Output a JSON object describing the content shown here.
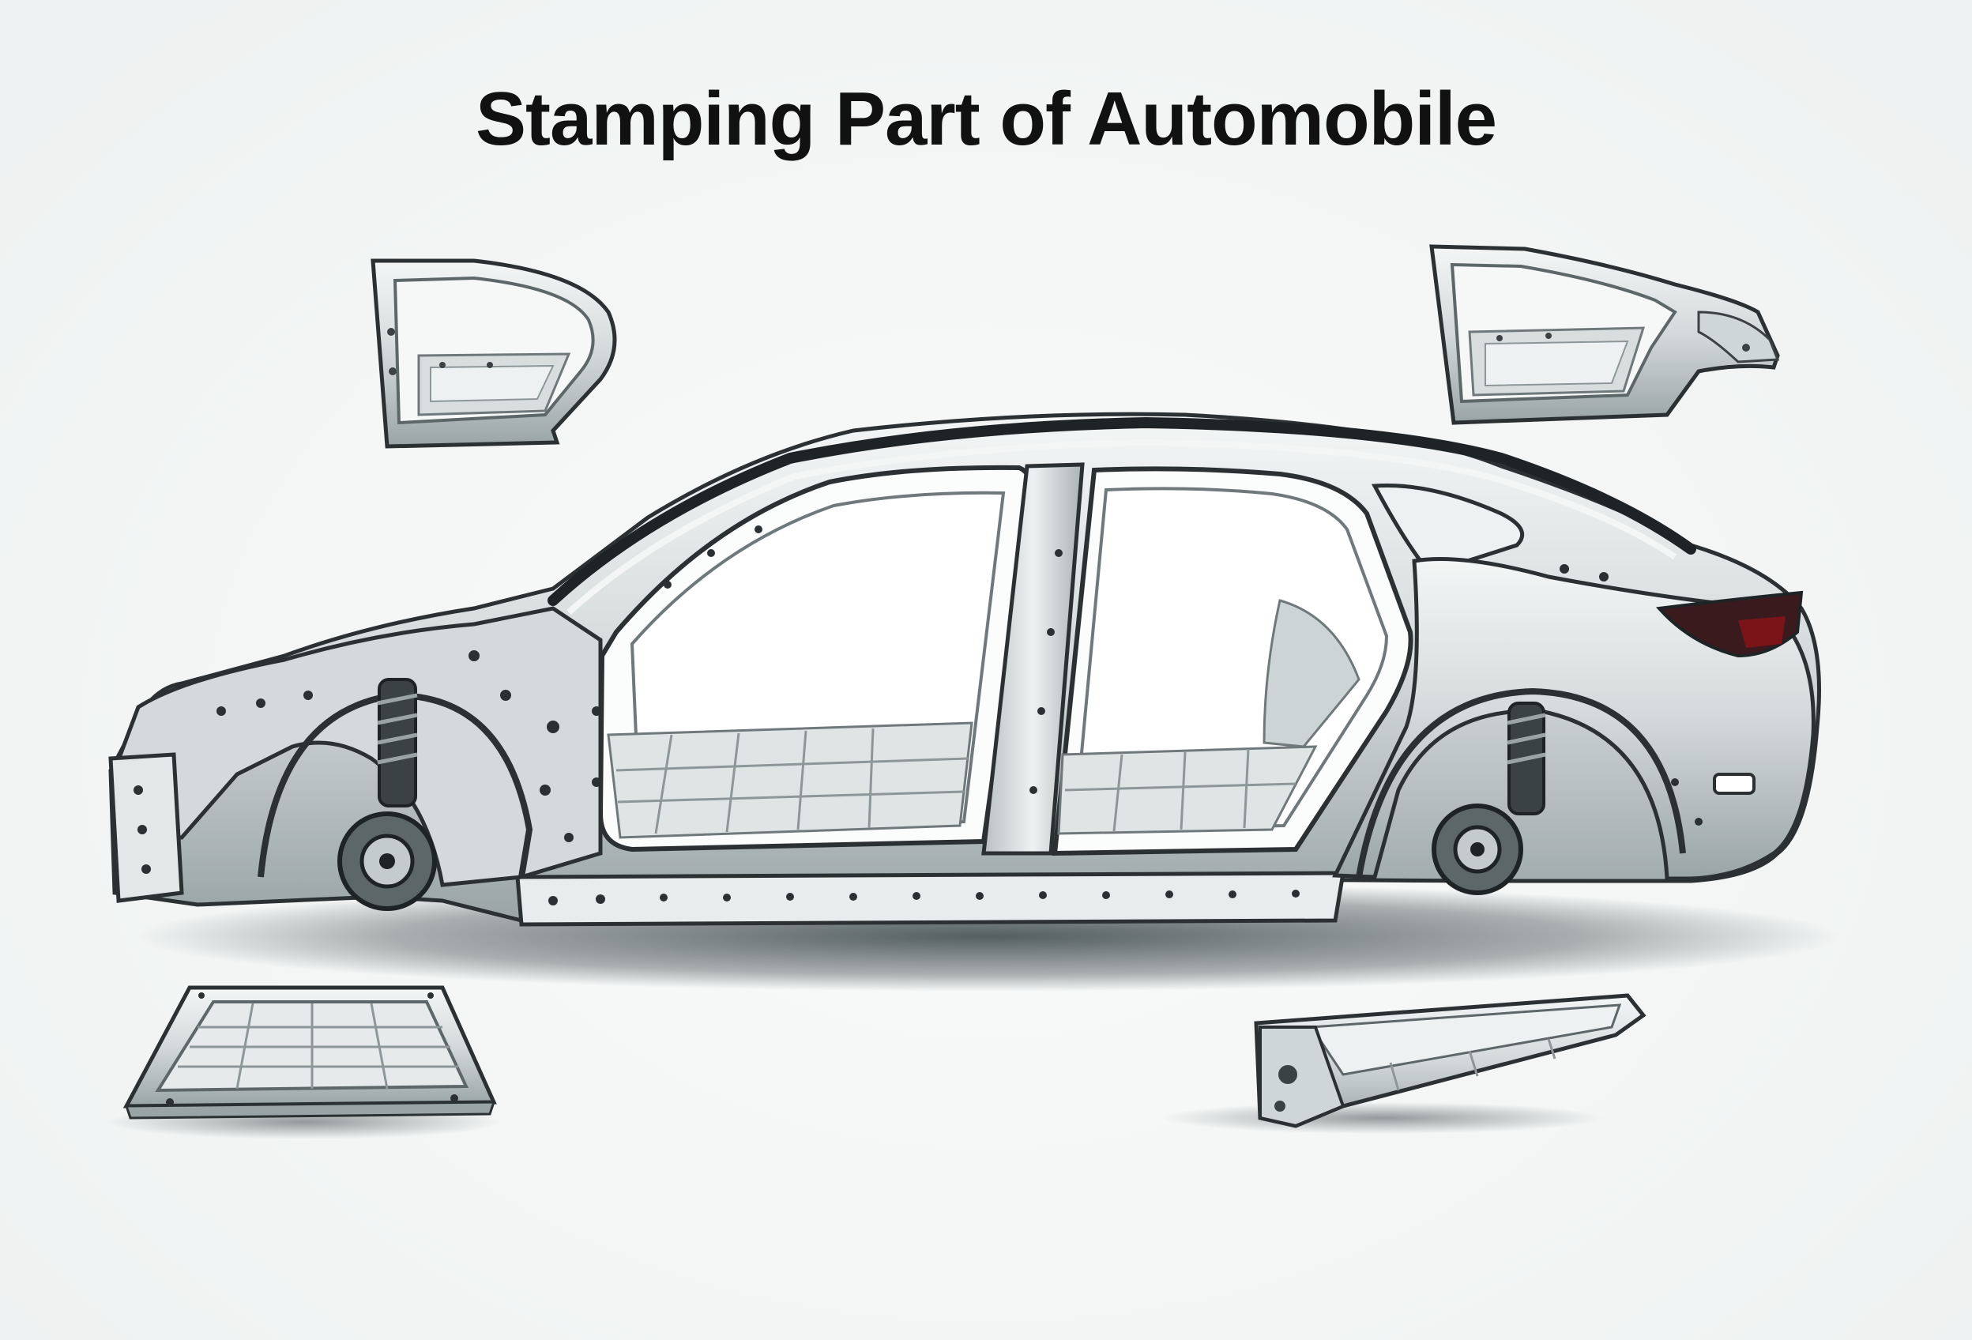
{
  "title": "Stamping Part of Automobile",
  "colors": {
    "background": "#f3f5f5",
    "metal_light": "#e9eded",
    "metal_mid": "#c3cbcc",
    "metal_dark": "#5d6668",
    "outline": "#2b3133",
    "shadow": "#1e2b2d",
    "tail_light": "#7a1418"
  },
  "parts": [
    {
      "name": "front-door-frame-panel"
    },
    {
      "name": "rear-door-quarter-panel"
    },
    {
      "name": "car-body-in-white"
    },
    {
      "name": "floor-pan-panel"
    },
    {
      "name": "side-rail-member"
    }
  ]
}
